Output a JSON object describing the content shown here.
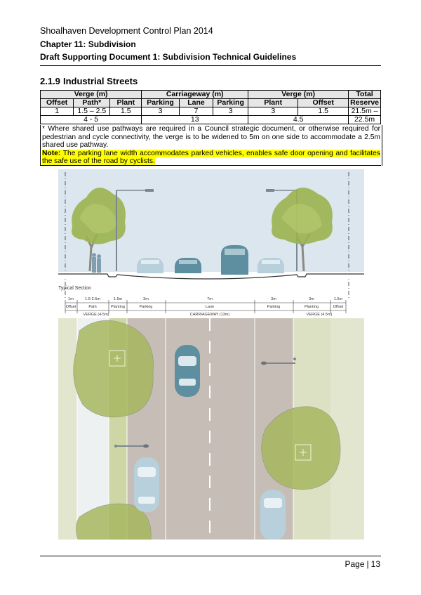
{
  "header": {
    "line1": "Shoalhaven Development Control Plan 2014",
    "line2": "Chapter 11: Subdivision",
    "line3": "Draft Supporting Document 1: Subdivision Technical Guidelines"
  },
  "section": {
    "number": "2.1.9",
    "title": "Industrial Streets"
  },
  "table": {
    "group_headers": [
      "Verge (m)",
      "Carriageway (m)",
      "Verge (m)",
      "Total"
    ],
    "col_headers": [
      "Offset",
      "Path*",
      "Plant",
      "Parking",
      "Lane",
      "Parking",
      "Plant",
      "Offset",
      "Reserve"
    ],
    "row1": [
      "1",
      "1.5 – 2.5",
      "1.5",
      "3",
      "7",
      "3",
      "3",
      "1.5",
      "21.5m –"
    ],
    "row2": [
      "4 - 5",
      "13",
      "4.5",
      "22.5m"
    ]
  },
  "notes": {
    "footnote": "* Where shared use pathways are required in a Council strategic document, or otherwise required for pedestrian and cycle connectivity, the verge is to be widened to 5m on one side to accommodate a 2.5m shared use pathway.",
    "note_label": "Note:",
    "note_text": " The parking lane width accommodates parked vehicles, enables safe door opening and facilitates the safe use of the road by cyclists."
  },
  "figure": {
    "section_label": "Typical Section",
    "dims": [
      "1m",
      "1.5-2.5m",
      "1.5m",
      "3m",
      "7m",
      "3m",
      "3m",
      "1.5m"
    ],
    "zone_labels": [
      "Offset",
      "Path",
      "Planting",
      "Parking",
      "Lane",
      "Parking",
      "Planting",
      "Offset"
    ],
    "verge_left": "VERGE (4-5m)",
    "carriageway": "CARRIAGEWAY (13m)",
    "verge_right": "VERGE (4.5m)"
  },
  "footer": {
    "page_label": "Page",
    "page_number": "13"
  },
  "colors": {
    "highlight": "#ffff00",
    "sky": "#dce6ee",
    "road": "#c6bdb6",
    "verge": "#e3e6cf",
    "tree": "#a7b860",
    "car_teal": "#5d8fa0",
    "car_light": "#b8d0db"
  }
}
